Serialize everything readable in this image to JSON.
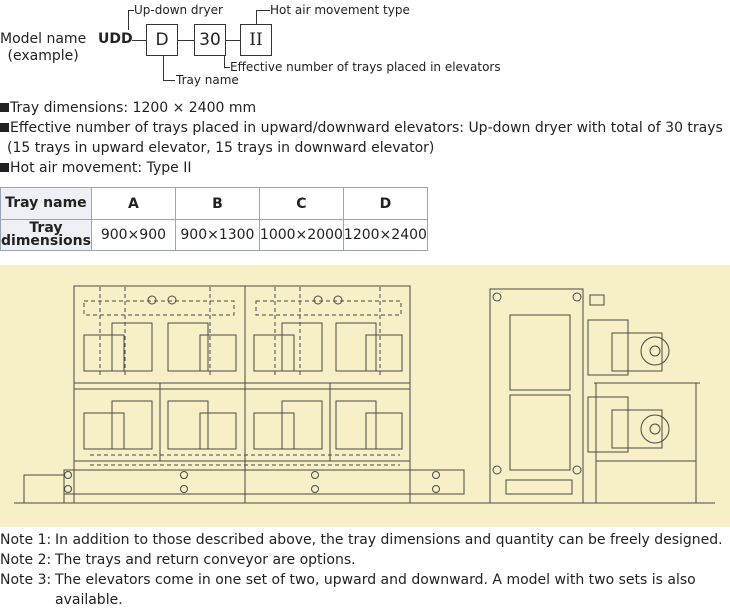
{
  "model": {
    "label_line1": "Model name",
    "label_line2": "(example)",
    "prefix": "UDD",
    "codes": [
      "D",
      "30",
      "II"
    ],
    "ann_up_down": "Up-down dryer",
    "ann_hot_air": "Hot air movement type",
    "ann_effective": "Effective number of trays placed in elevators",
    "ann_tray_name": "Tray name"
  },
  "bullets": [
    "Tray dimensions: 1200 × 2400 mm",
    "Effective number of trays placed in upward/downward elevators: Up-down dryer with total of 30 trays",
    "(15 trays in upward elevator, 15  trays in downward elevator)",
    "Hot air movement: Type II"
  ],
  "table": {
    "row1_head": "Tray name",
    "row2_head_line1": "Tray",
    "row2_head_line2": "dimensions",
    "names": [
      "A",
      "B",
      "C",
      "D"
    ],
    "dims": [
      "900×900",
      "900×1300",
      "1000×2000",
      "1200×2400"
    ]
  },
  "notes": [
    {
      "label": "Note 1:",
      "text": "In addition to those described above, the tray dimensions and quantity can be freely designed."
    },
    {
      "label": "Note 2:",
      "text": "The trays and return conveyor are options."
    },
    {
      "label": "Note 3:",
      "text": "The elevators come in one set of two, upward and downward. A model with two sets is also available."
    }
  ],
  "colors": {
    "drawing_bg": "#f7efc6",
    "drawing_line": "#4a4a4a",
    "table_border": "#9aa4b8"
  }
}
